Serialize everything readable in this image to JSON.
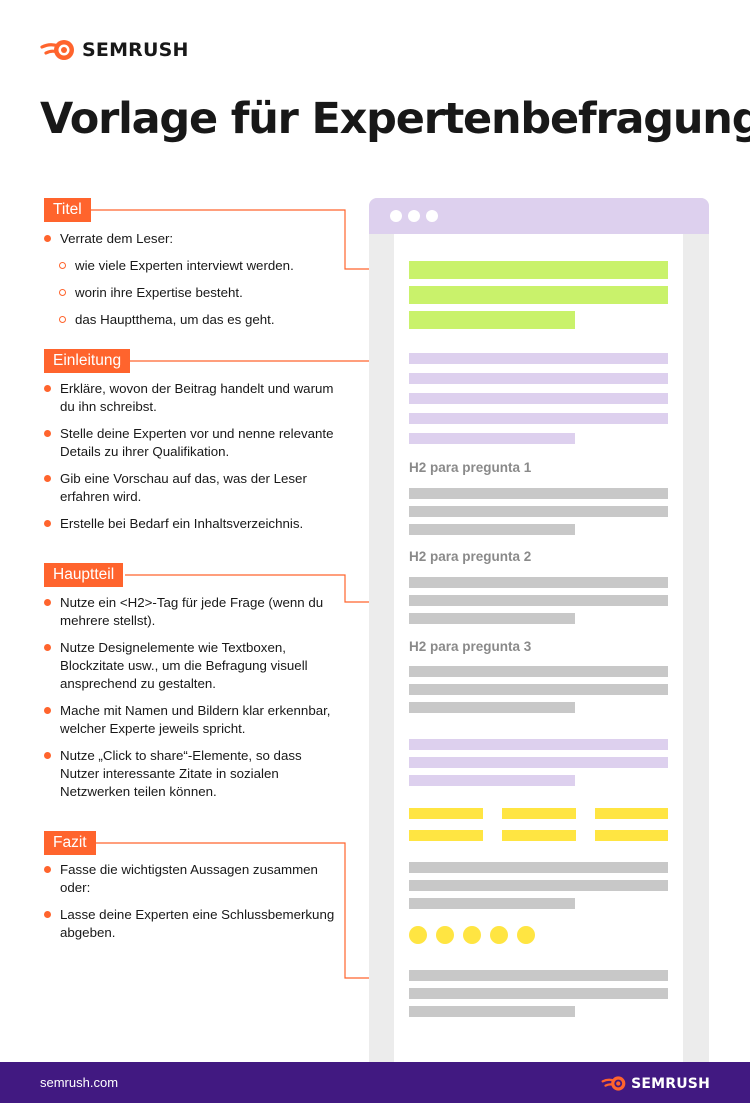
{
  "brand": {
    "name": "SEMRUSH"
  },
  "title": "Vorlage für Expertenbefragung",
  "sections": {
    "titel": {
      "tag": "Titel",
      "items": [
        "Verrate dem Leser:",
        "wie viele Experten interviewt werden.",
        "worin ihre Expertise besteht.",
        "das Hauptthema, um das es geht."
      ]
    },
    "einleitung": {
      "tag": "Einleitung",
      "items": [
        "Erkläre, wovon der Beitrag handelt und warum du ihn schreibst.",
        "Stelle deine Experten vor und nenne relevante Details zu ihrer Qualifikation.",
        "Gib eine Vorschau auf das, was der Leser erfahren wird.",
        "Erstelle bei Bedarf ein Inhaltsverzeichnis."
      ]
    },
    "hauptteil": {
      "tag": "Hauptteil",
      "items": [
        "Nutze ein <H2>-Tag für jede Frage (wenn du mehrere stellst).",
        "Nutze Designelemente wie Textboxen, Blockzitate usw., um die Befragung visuell ansprechend zu gestalten.",
        "Mache mit Namen und Bildern klar erkennbar, welcher Experte jeweils spricht.",
        "Nutze „Click to share“-Elemente, so dass Nutzer interessante Zitate in sozialen Netzwerken teilen können."
      ]
    },
    "fazit": {
      "tag": "Fazit",
      "items": [
        "Fasse die wichtigsten Aussagen zusammen oder:",
        "Lasse deine Experten eine Schlussbemerkung abgeben."
      ]
    }
  },
  "mockup": {
    "headings": [
      "H2 para pregunta 1",
      "H2 para pregunta 2",
      "H2 para pregunta 3"
    ]
  },
  "footer": {
    "url": "semrush.com"
  },
  "colors": {
    "accent": "#ff642d",
    "purple": "#ddd0ee",
    "green": "#c9f26b",
    "yellow": "#ffe542",
    "footer": "#411981"
  },
  "icons": [
    "semrush-logo-icon",
    "bullet-icon",
    "hollow-bullet-icon"
  ]
}
